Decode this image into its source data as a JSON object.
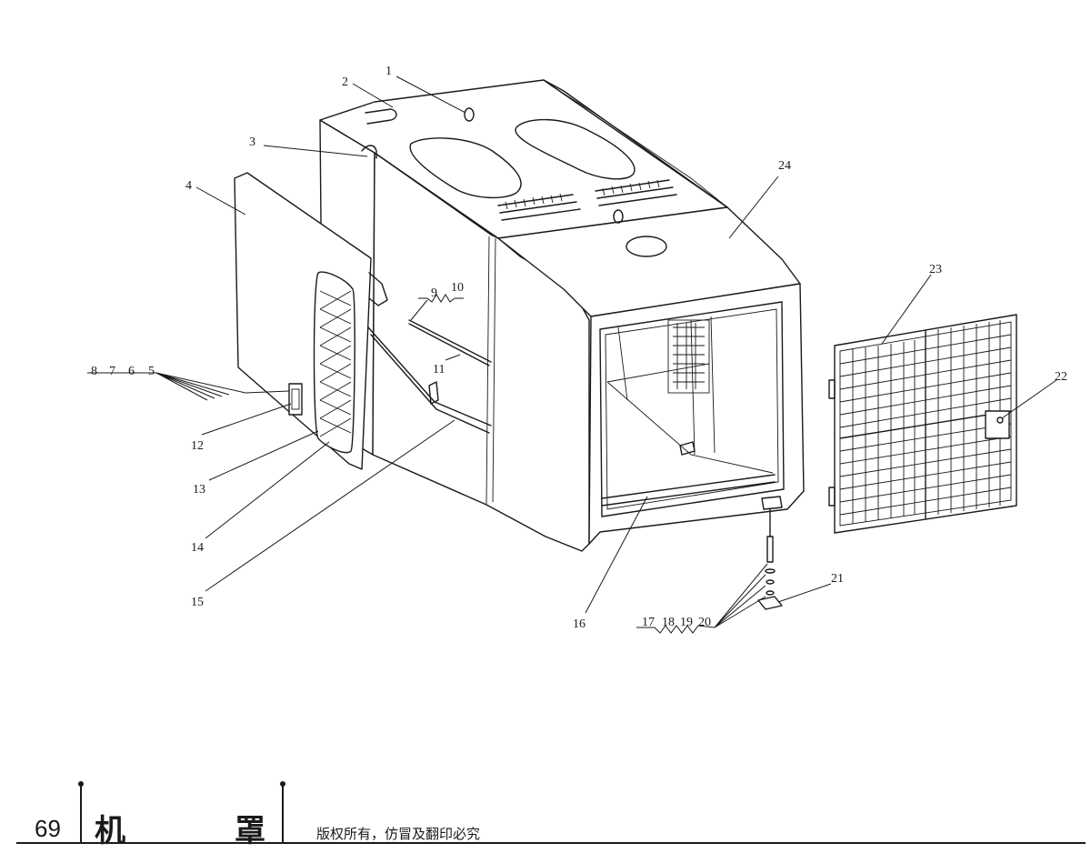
{
  "diagram": {
    "callouts": {
      "c1": "1",
      "c2": "2",
      "c3": "3",
      "c4": "4",
      "c5": "5",
      "c6": "6",
      "c7": "7",
      "c8": "8",
      "c9": "9",
      "c10": "10",
      "c11": "11",
      "c12": "12",
      "c13": "13",
      "c14": "14",
      "c15": "15",
      "c16": "16",
      "c17": "17",
      "c18": "18",
      "c19": "19",
      "c20": "20",
      "c21": "21",
      "c22": "22",
      "c23": "23",
      "c24": "24"
    }
  },
  "footer": {
    "page_number": "69",
    "title_char_1": "机",
    "title_char_2": "罩",
    "copyright": "版权所有，仿冒及翻印必究"
  }
}
